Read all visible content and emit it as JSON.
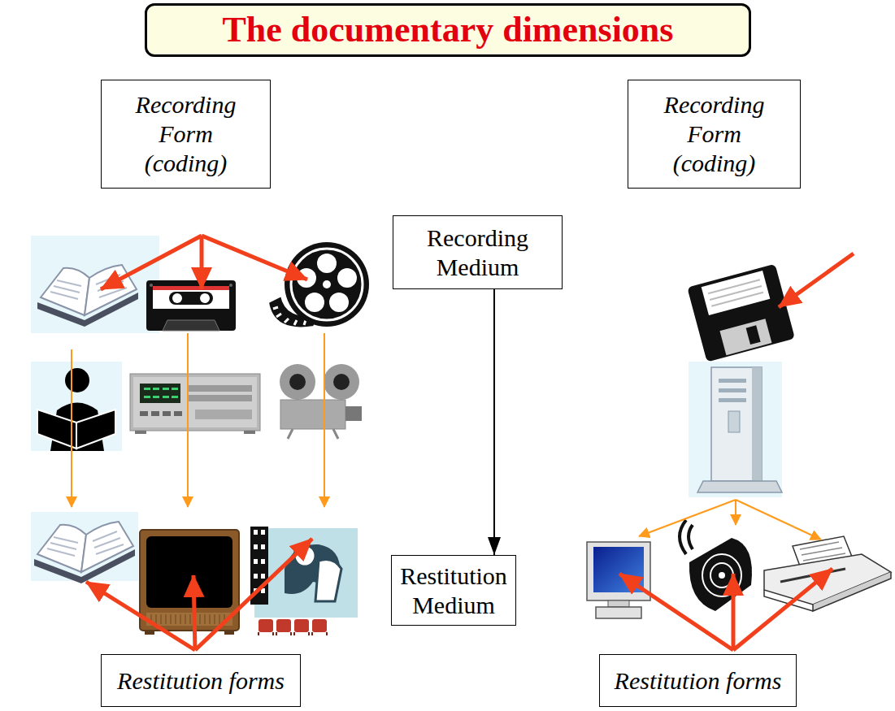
{
  "diagram": {
    "title": "The documentary dimensions",
    "nodes": [
      {
        "text": [
          "Recording Form (coding)"
        ]
      },
      {
        "text": [
          "Recording Form (coding)"
        ]
      },
      {
        "text": [
          "Recording Medium"
        ]
      },
      {
        "text": [
          "Restitution Medium"
        ]
      },
      {
        "text": [
          "Restitution forms"
        ]
      },
      {
        "text": [
          "Restitution forms"
        ]
      }
    ],
    "edges": [
      {
        "from": 2,
        "to": 3,
        "arrow": "to"
      }
    ]
  }
}
